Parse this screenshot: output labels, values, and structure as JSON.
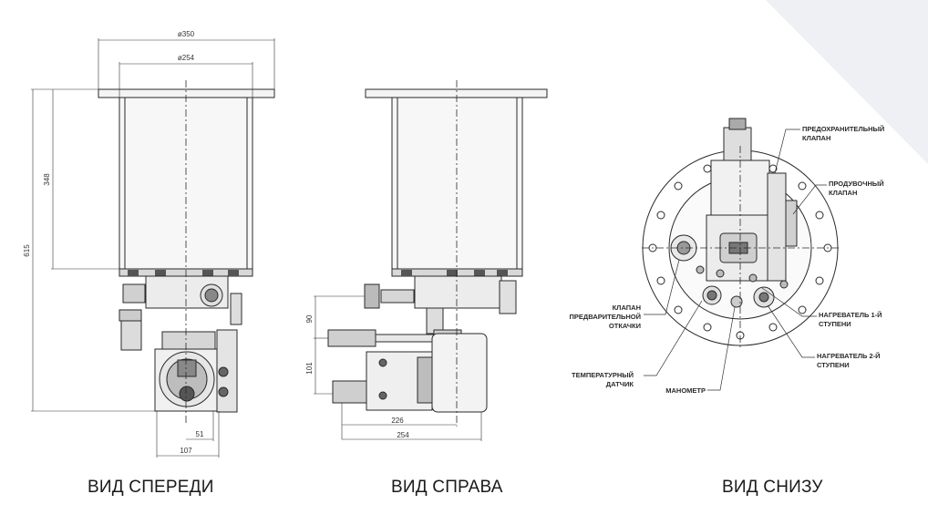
{
  "views": {
    "front": {
      "caption": "ВИД СПЕРЕДИ"
    },
    "side": {
      "caption": "ВИД СПРАВА"
    },
    "bottom": {
      "caption": "ВИД СНИЗУ"
    }
  },
  "dimensions": {
    "flange_dia": "ø350",
    "body_dia": "ø254",
    "body_height": "348",
    "total_height": "615",
    "front_offset": "51",
    "front_width": "107",
    "side_upper": "90",
    "side_lower": "101",
    "side_width_inner": "226",
    "side_width_outer": "254"
  },
  "callouts": {
    "safety_valve": [
      "ПРЕДОХРАНИТЕЛЬНЫЙ",
      "КЛАПАН"
    ],
    "purge_valve": [
      "ПРОДУВОЧНЫЙ",
      "КЛАПАН"
    ],
    "prepump_valve": [
      "КЛАПАН",
      "ПРЕДВАРИТЕЛЬНОЙ",
      "ОТКАЧКИ"
    ],
    "heater_1": [
      "НАГРЕВАТЕЛЬ 1-Й",
      "СТУПЕНИ"
    ],
    "heater_2": [
      "НАГРЕВАТЕЛЬ 2-Й",
      "СТУПЕНИ"
    ],
    "temp_sensor": [
      "ТЕМПЕРАТУРНЫЙ",
      "ДАТЧИК"
    ],
    "manometer": [
      "МАНОМЕТР"
    ]
  },
  "colors": {
    "line": "#2a2a2a",
    "fill_dark": "#3a3a3a",
    "fill_mid": "#9a9a9a",
    "fill_light": "#e6e6e6",
    "corner_bg": "#eef0f3"
  }
}
